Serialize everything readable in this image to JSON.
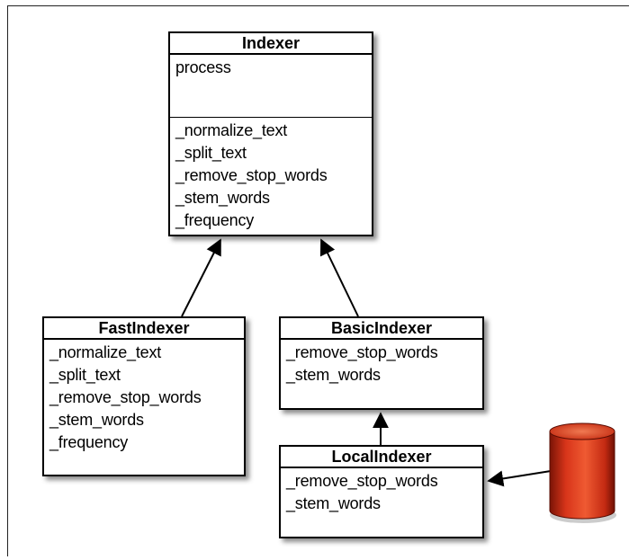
{
  "diagram": {
    "classes": {
      "indexer": {
        "name": "Indexer",
        "public_methods": [
          "process"
        ],
        "private_methods": [
          "_normalize_text",
          "_split_text",
          "_remove_stop_words",
          "_stem_words",
          "_frequency"
        ]
      },
      "fastindexer": {
        "name": "FastIndexer",
        "methods": [
          "_normalize_text",
          "_split_text",
          "_remove_stop_words",
          "_stem_words",
          "_frequency"
        ]
      },
      "basicindexer": {
        "name": "BasicIndexer",
        "methods": [
          "_remove_stop_words",
          "_stem_words"
        ]
      },
      "localindexer": {
        "name": "LocalIndexer",
        "methods": [
          "_remove_stop_words",
          "_stem_words"
        ]
      }
    },
    "relationships": [
      {
        "from": "FastIndexer",
        "to": "Indexer",
        "type": "inherits"
      },
      {
        "from": "BasicIndexer",
        "to": "Indexer",
        "type": "inherits"
      },
      {
        "from": "LocalIndexer",
        "to": "BasicIndexer",
        "type": "inherits"
      },
      {
        "from": "database",
        "to": "LocalIndexer",
        "type": "uses"
      }
    ],
    "database": {
      "icon": "database-cylinder-icon",
      "color": "#d8351a"
    }
  }
}
